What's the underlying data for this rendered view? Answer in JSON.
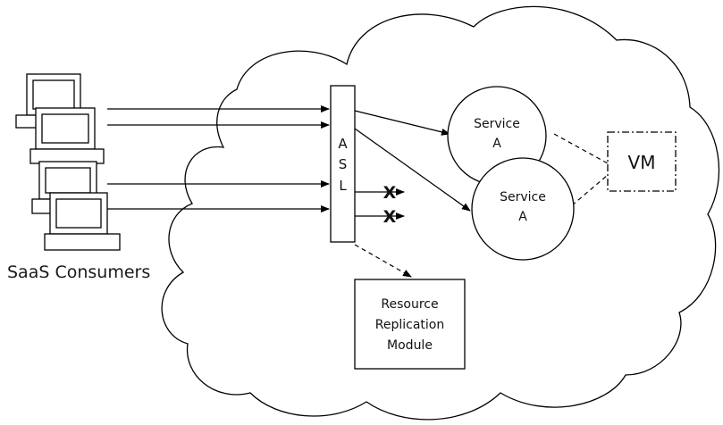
{
  "diagram": {
    "consumers_label": "SaaS Consumers",
    "asl_letters": [
      "A",
      "S",
      "L"
    ],
    "services": [
      {
        "line1": "Service",
        "line2": "A"
      },
      {
        "line1": "Service",
        "line2": "A"
      }
    ],
    "vm_label": "VM",
    "module_lines": [
      "Resource",
      "Replication",
      "Module"
    ],
    "blocked_mark": "X"
  },
  "colors": {
    "stroke": "#000000",
    "text": "#111111",
    "background": "#ffffff"
  }
}
